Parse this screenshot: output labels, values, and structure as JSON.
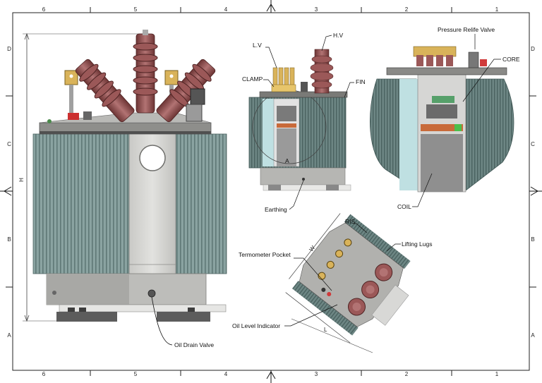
{
  "zones": {
    "columns": [
      "6",
      "5",
      "4",
      "3",
      "2",
      "1"
    ],
    "rows": [
      "D",
      "C",
      "B",
      "A"
    ]
  },
  "labels": {
    "lv": "L.V",
    "hv": "H.V",
    "clamp": "CLAMP",
    "fin": "FIN",
    "earthing": "Earthing",
    "pressure_valve": "Pressure Relife Valve",
    "core": "CORE",
    "coil": "COIL",
    "ris": "RIS",
    "lifting_lugs": "Lifting Lugs",
    "thermometer_pocket": "Termometer Pocket",
    "oil_level_indicator": "Oil Level Indicator",
    "oil_drain_valve": "Oil Drain Valve",
    "section_mark": "A"
  },
  "dimensions": {
    "height": "H",
    "width": "W",
    "length": "L"
  },
  "colors": {
    "fin": "#7f9a98",
    "fin_dark": "#5d7674",
    "tank": "#d3d3d0",
    "tank_dark": "#a9a9a6",
    "bushing": "#8b4a4a",
    "bushing_light": "#b07070",
    "base": "#5e5e5e",
    "copper_gold": "#d9b35a"
  }
}
